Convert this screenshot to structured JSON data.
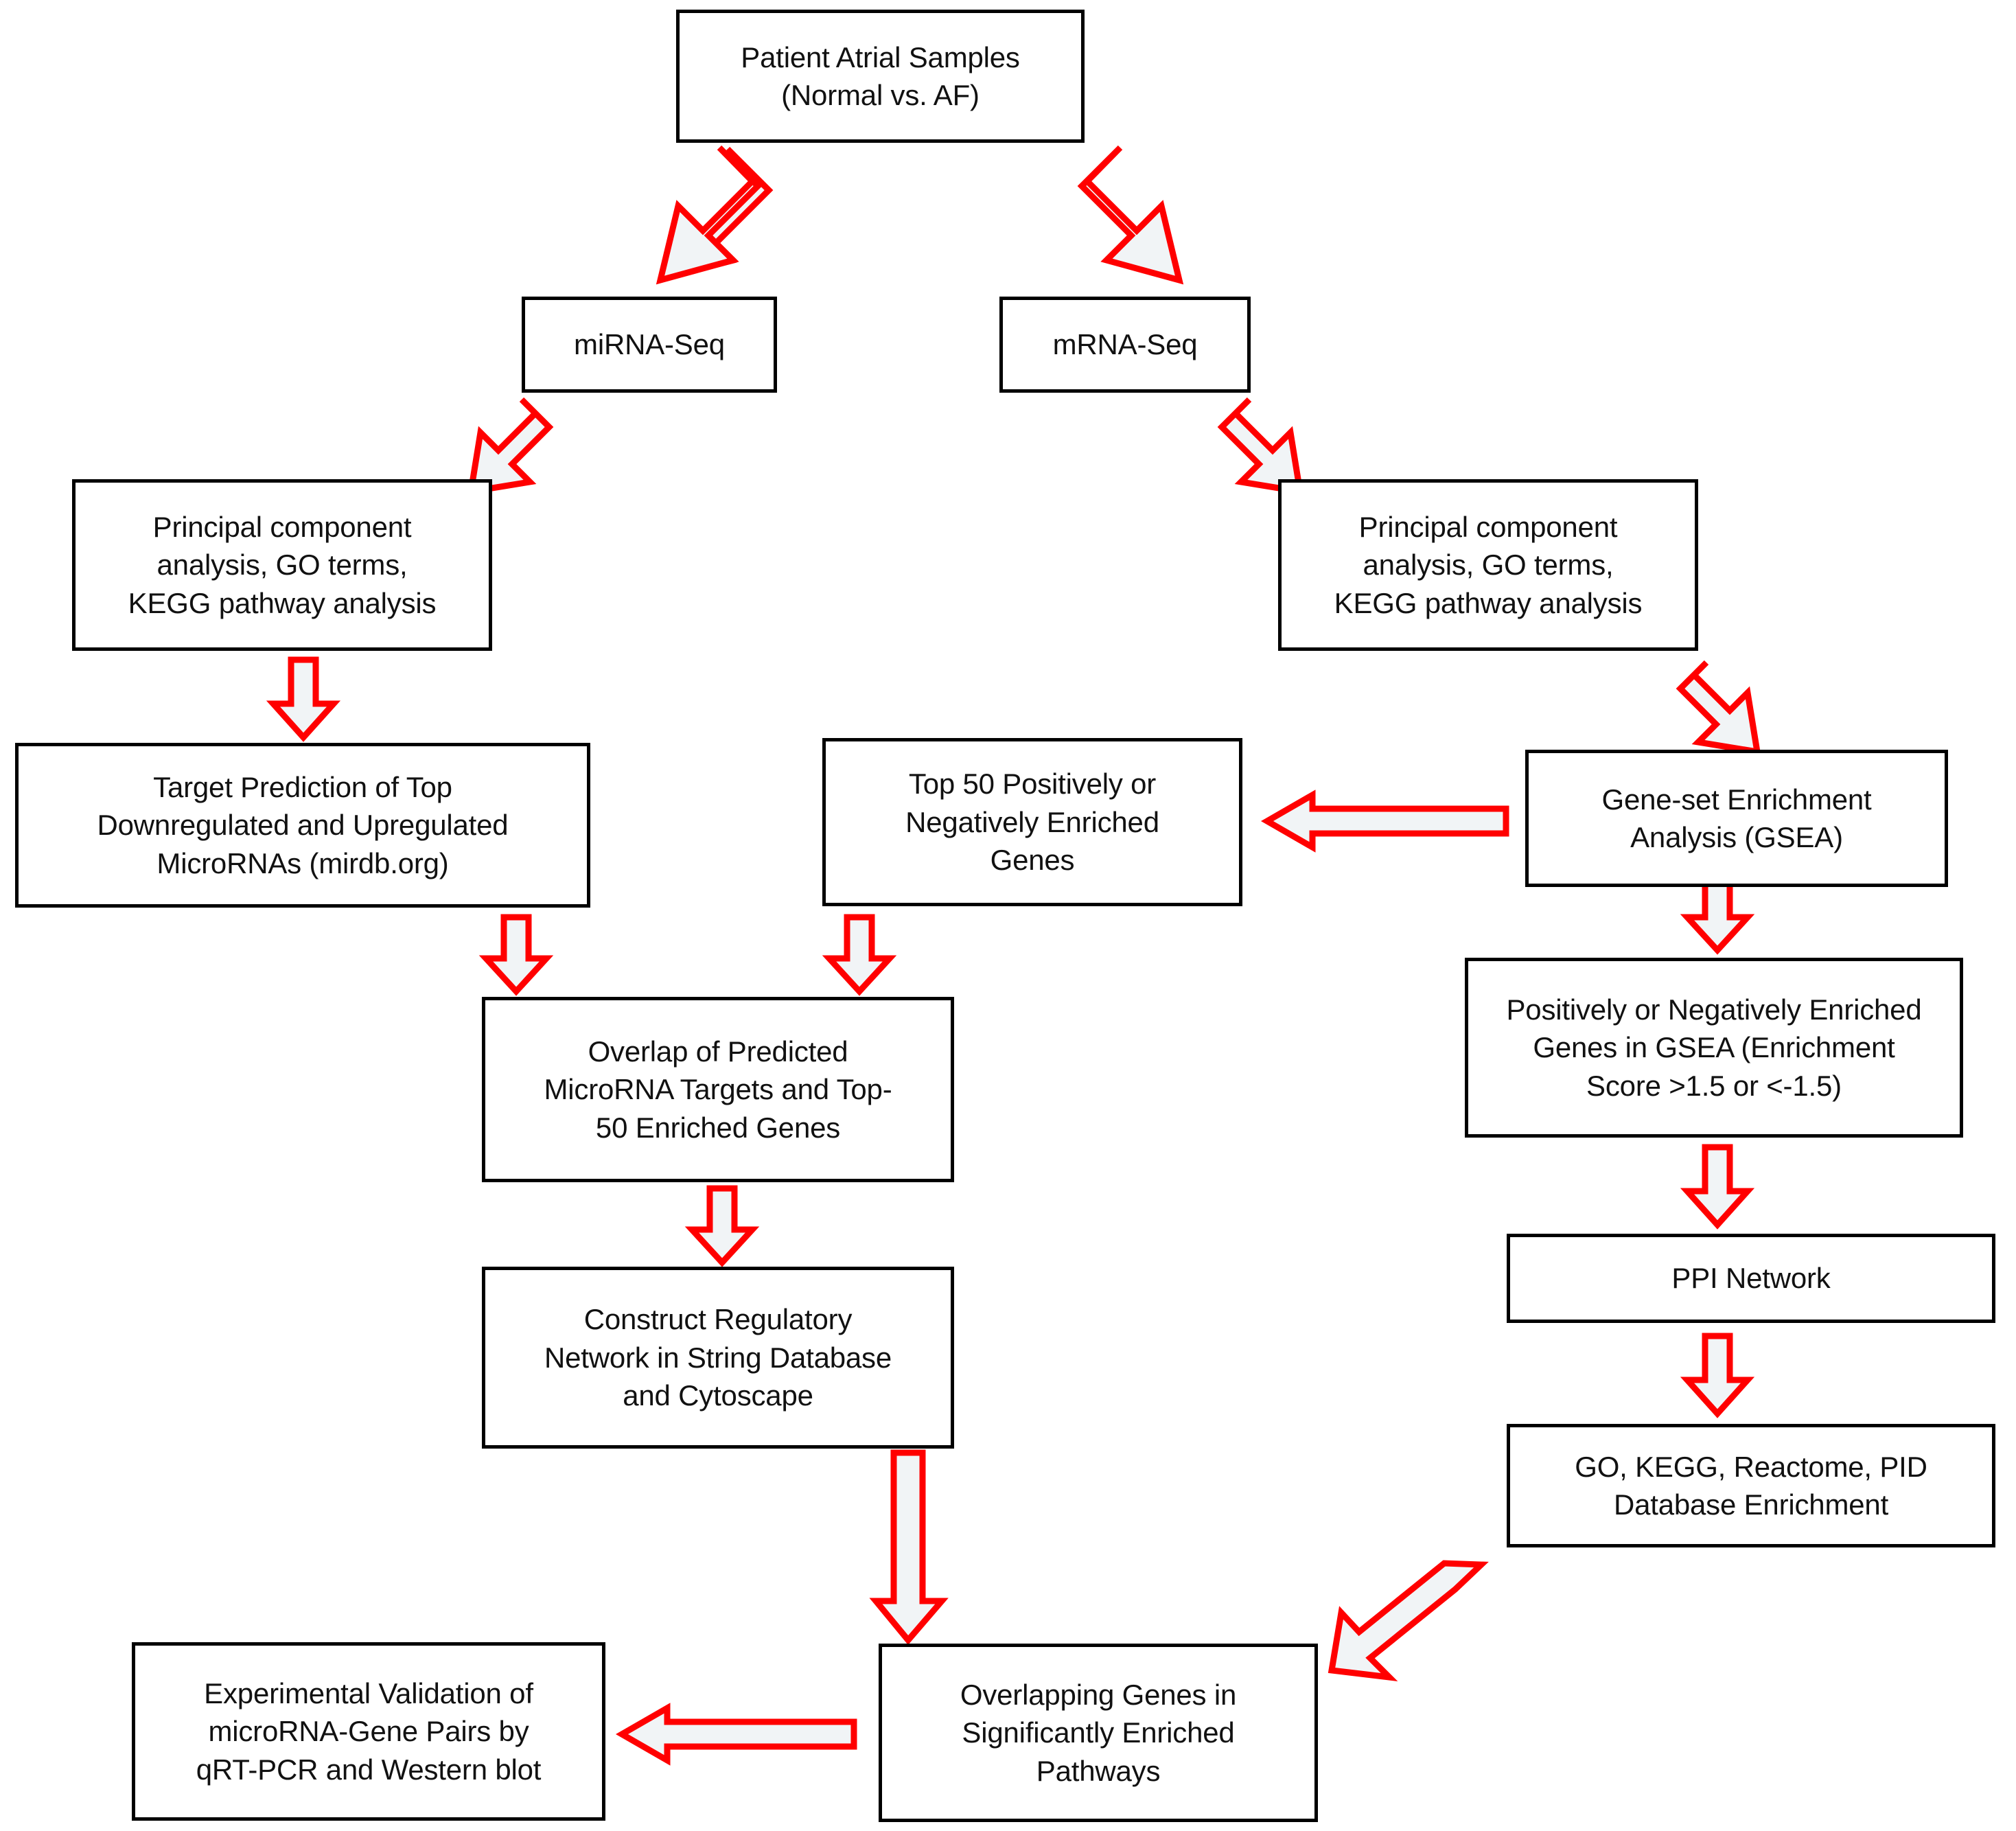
{
  "diagram": {
    "title": "Study workflow for miRNA-Seq and mRNA-Seq integrative analysis in atrial fibrillation",
    "colors": {
      "box_border": "#000000",
      "box_fill": "#ffffff",
      "arrow_outline": "#ff0000",
      "arrow_fill": "#f1f4f6",
      "text": "#111111"
    }
  },
  "nodes": [
    {
      "id": "patient-atrial-samples",
      "label": "Patient Atrial Samples\n(Normal vs. AF)"
    },
    {
      "id": "mirna-seq",
      "label": "miRNA-Seq"
    },
    {
      "id": "mrna-seq",
      "label": "mRNA-Seq"
    },
    {
      "id": "pca-left",
      "label": "Principal component\nanalysis, GO terms,\nKEGG pathway analysis"
    },
    {
      "id": "pca-right",
      "label": "Principal component\nanalysis, GO terms,\nKEGG pathway analysis"
    },
    {
      "id": "target-prediction",
      "label": "Target Prediction of Top\nDownregulated and Upregulated\nMicroRNAs (mirdb.org)"
    },
    {
      "id": "top-50-genes",
      "label": "Top 50 Positively or\nNegatively Enriched\nGenes"
    },
    {
      "id": "gsea",
      "label": "Gene-set Enrichment\nAnalysis (GSEA)"
    },
    {
      "id": "enriched-genes-gsea",
      "label": "Positively or Negatively Enriched\nGenes in GSEA (Enrichment\nScore >1.5 or <-1.5)"
    },
    {
      "id": "overlap-targets",
      "label": "Overlap of Predicted\nMicroRNA Targets and Top-\n50 Enriched Genes"
    },
    {
      "id": "ppi-network",
      "label": "PPI Network"
    },
    {
      "id": "construct-network",
      "label": "Construct Regulatory\nNetwork in String Database\nand Cytoscape"
    },
    {
      "id": "database-enrichment",
      "label": "GO, KEGG, Reactome, PID\nDatabase Enrichment"
    },
    {
      "id": "experimental-validation",
      "label": "Experimental Validation of\nmicroRNA-Gene Pairs by\nqRT-PCR and Western blot"
    },
    {
      "id": "overlapping-genes-pathways",
      "label": "Overlapping Genes in\nSignificantly Enriched\nPathways"
    }
  ],
  "edges": [
    {
      "id": "edge-samples-to-mirna",
      "from": "patient-atrial-samples",
      "to": "mirna-seq",
      "direction": "down-left"
    },
    {
      "id": "edge-samples-to-mrna",
      "from": "patient-atrial-samples",
      "to": "mrna-seq",
      "direction": "down-right"
    },
    {
      "id": "edge-mirna-to-pca-left",
      "from": "mirna-seq",
      "to": "pca-left",
      "direction": "down-left"
    },
    {
      "id": "edge-mrna-to-pca-right",
      "from": "mrna-seq",
      "to": "pca-right",
      "direction": "down-right"
    },
    {
      "id": "edge-pca-left-to-target",
      "from": "pca-left",
      "to": "target-prediction",
      "direction": "down"
    },
    {
      "id": "edge-pca-right-to-gsea",
      "from": "pca-right",
      "to": "gsea",
      "direction": "down-right"
    },
    {
      "id": "edge-gsea-to-top50",
      "from": "gsea",
      "to": "top-50-genes",
      "direction": "left"
    },
    {
      "id": "edge-gsea-to-enriched",
      "from": "gsea",
      "to": "enriched-genes-gsea",
      "direction": "down"
    },
    {
      "id": "edge-target-to-overlap",
      "from": "target-prediction",
      "to": "overlap-targets",
      "direction": "down"
    },
    {
      "id": "edge-top50-to-overlap",
      "from": "top-50-genes",
      "to": "overlap-targets",
      "direction": "down"
    },
    {
      "id": "edge-enriched-to-ppi",
      "from": "enriched-genes-gsea",
      "to": "ppi-network",
      "direction": "down"
    },
    {
      "id": "edge-overlap-to-construct",
      "from": "overlap-targets",
      "to": "construct-network",
      "direction": "down"
    },
    {
      "id": "edge-ppi-to-database",
      "from": "ppi-network",
      "to": "database-enrichment",
      "direction": "down"
    },
    {
      "id": "edge-construct-to-overlapping",
      "from": "construct-network",
      "to": "overlapping-genes-pathways",
      "direction": "down"
    },
    {
      "id": "edge-database-to-overlapping",
      "from": "database-enrichment",
      "to": "overlapping-genes-pathways",
      "direction": "down-left"
    },
    {
      "id": "edge-overlapping-to-validation",
      "from": "overlapping-genes-pathways",
      "to": "experimental-validation",
      "direction": "left"
    }
  ]
}
